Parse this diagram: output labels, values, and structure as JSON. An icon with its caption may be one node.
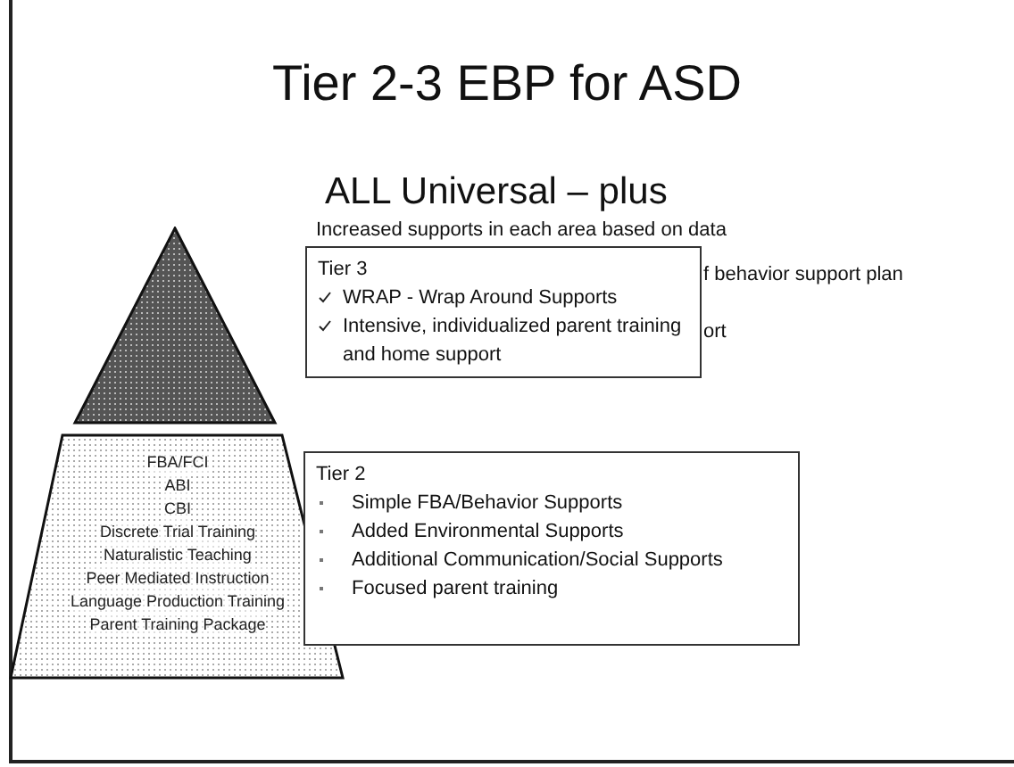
{
  "diagram": {
    "title": "Tier 2-3 EBP for ASD",
    "nodes": [
      {
        "text": [],
        "shape": "triangle"
      },
      {
        "text": [
          "FBA/FCI",
          "ABI",
          "CBI",
          "Discrete Trial Training",
          "Naturalistic Teaching",
          "Peer Mediated Instruction",
          "Language Production Training",
          "Parent Training Package"
        ]
      },
      {
        "text": [
          "Tier 3",
          "WRAP - Wrap Around Supports",
          "Intensive, individualized parent training and home support"
        ]
      },
      {
        "text": [
          "Tier 2",
          "Simple FBA/Behavior Supports",
          "Added Environmental Supports",
          "Additional Communication/Social Supports",
          "Focused parent training"
        ]
      }
    ],
    "edges": [],
    "labels": [
      "ALL Universal – plus",
      "Increased supports in each area based on data",
      "f behavior support plan",
      "ort"
    ]
  }
}
